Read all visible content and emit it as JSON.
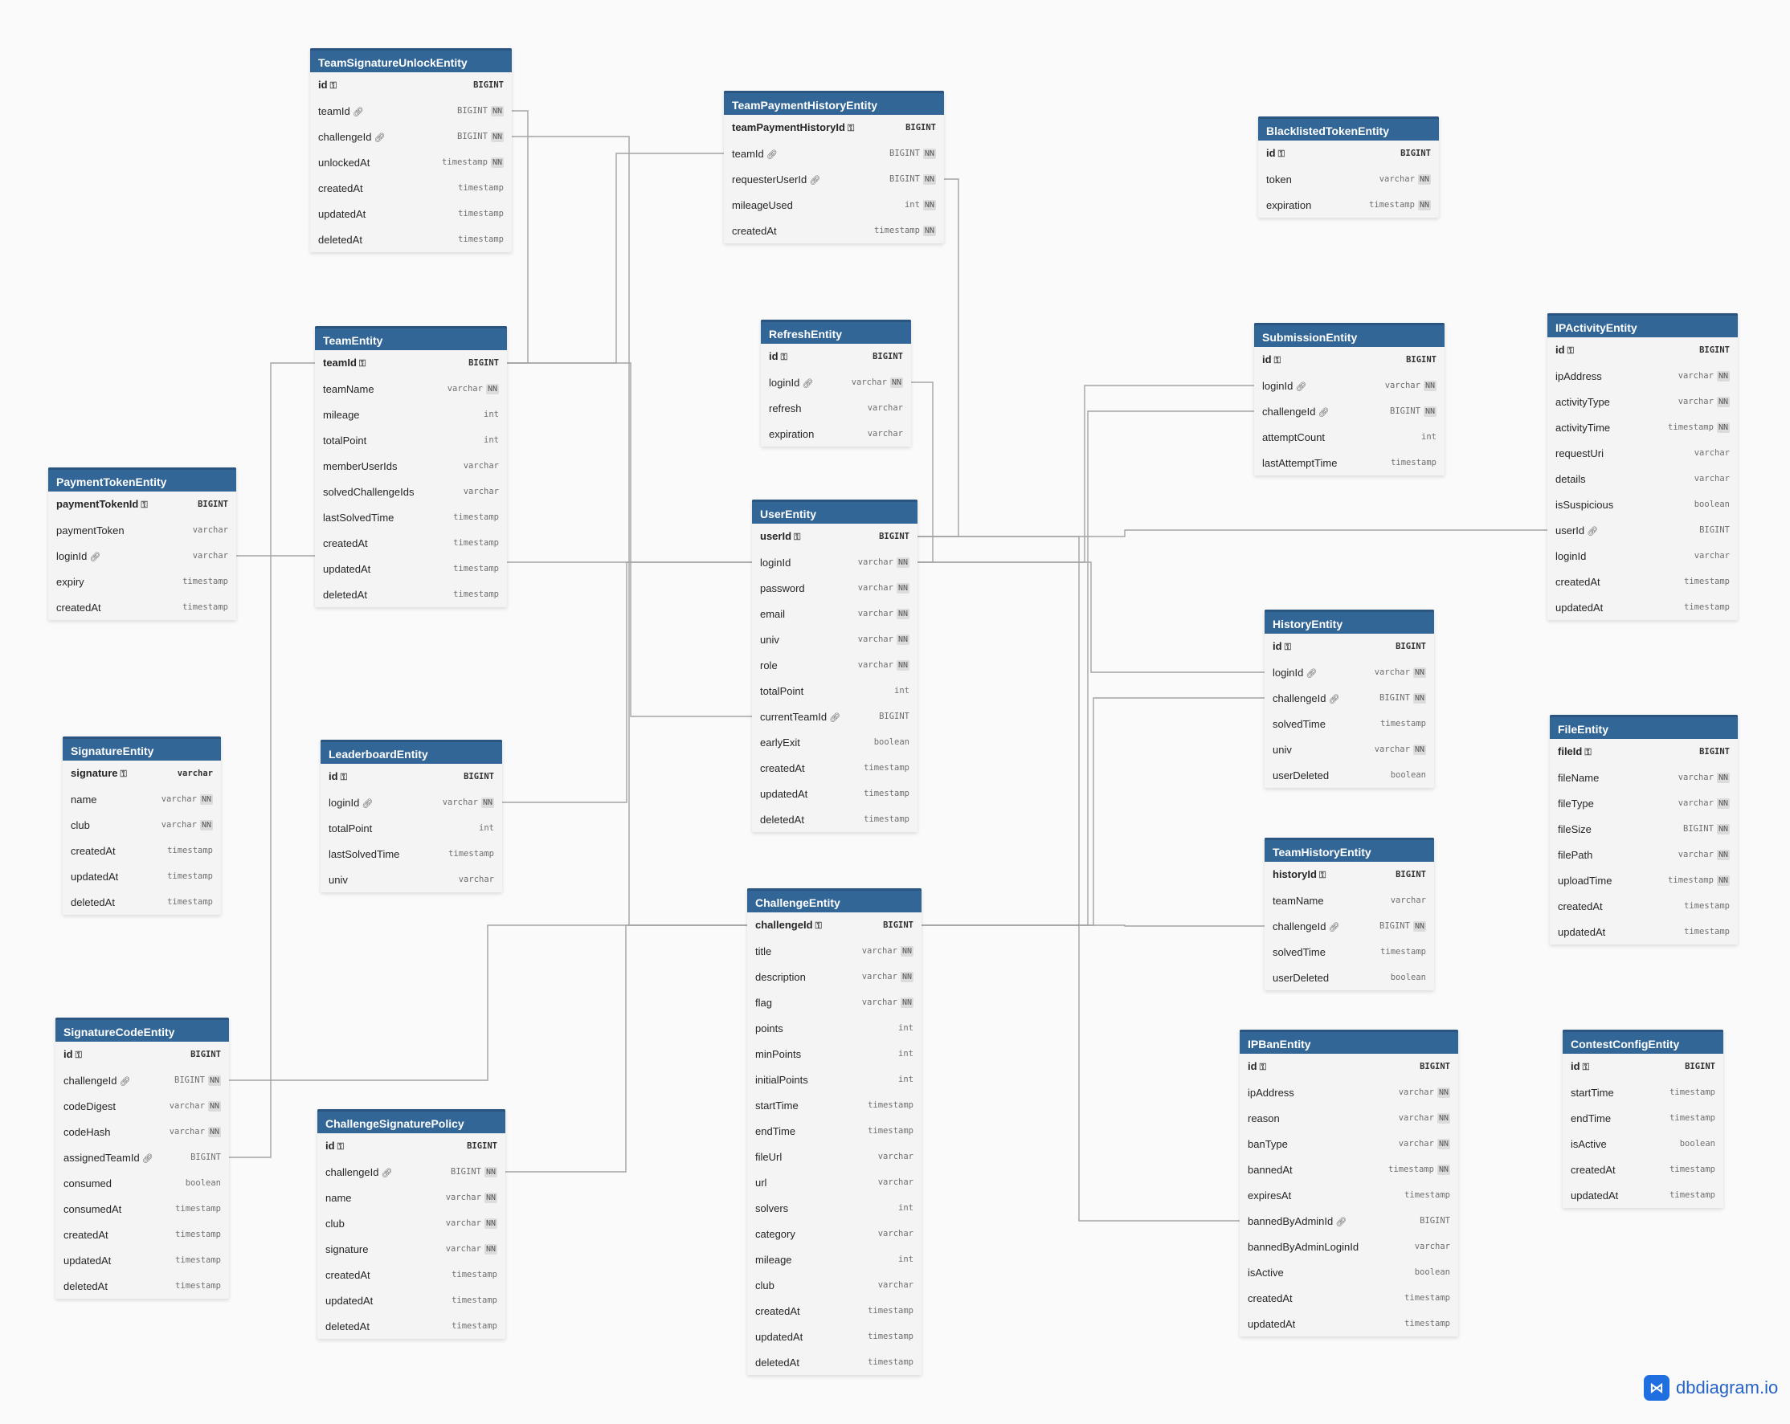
{
  "brand": {
    "name": "dbdiagram.io",
    "logo_icon": "share-nodes-icon"
  },
  "tables": [
    {
      "name": "TeamSignatureUnlockEntity",
      "fields": [
        {
          "name": "id",
          "type": "BIGINT",
          "pk": true
        },
        {
          "name": "teamId",
          "type": "BIGINT",
          "nn": true,
          "fk": true
        },
        {
          "name": "challengeId",
          "type": "BIGINT",
          "nn": true,
          "fk": true
        },
        {
          "name": "unlockedAt",
          "type": "timestamp",
          "nn": true
        },
        {
          "name": "createdAt",
          "type": "timestamp"
        },
        {
          "name": "updatedAt",
          "type": "timestamp"
        },
        {
          "name": "deletedAt",
          "type": "timestamp"
        }
      ]
    },
    {
      "name": "TeamPaymentHistoryEntity",
      "fields": [
        {
          "name": "teamPaymentHistoryId",
          "type": "BIGINT",
          "pk": true
        },
        {
          "name": "teamId",
          "type": "BIGINT",
          "nn": true,
          "fk": true
        },
        {
          "name": "requesterUserId",
          "type": "BIGINT",
          "nn": true,
          "fk": true
        },
        {
          "name": "mileageUsed",
          "type": "int",
          "nn": true
        },
        {
          "name": "createdAt",
          "type": "timestamp",
          "nn": true
        }
      ]
    },
    {
      "name": "BlacklistedTokenEntity",
      "fields": [
        {
          "name": "id",
          "type": "BIGINT",
          "pk": true
        },
        {
          "name": "token",
          "type": "varchar",
          "nn": true
        },
        {
          "name": "expiration",
          "type": "timestamp",
          "nn": true
        }
      ]
    },
    {
      "name": "TeamEntity",
      "fields": [
        {
          "name": "teamId",
          "type": "BIGINT",
          "pk": true
        },
        {
          "name": "teamName",
          "type": "varchar",
          "nn": true
        },
        {
          "name": "mileage",
          "type": "int"
        },
        {
          "name": "totalPoint",
          "type": "int"
        },
        {
          "name": "memberUserIds",
          "type": "varchar"
        },
        {
          "name": "solvedChallengeIds",
          "type": "varchar"
        },
        {
          "name": "lastSolvedTime",
          "type": "timestamp"
        },
        {
          "name": "createdAt",
          "type": "timestamp"
        },
        {
          "name": "updatedAt",
          "type": "timestamp"
        },
        {
          "name": "deletedAt",
          "type": "timestamp"
        }
      ]
    },
    {
      "name": "RefreshEntity",
      "fields": [
        {
          "name": "id",
          "type": "BIGINT",
          "pk": true
        },
        {
          "name": "loginId",
          "type": "varchar",
          "nn": true,
          "fk": true
        },
        {
          "name": "refresh",
          "type": "varchar"
        },
        {
          "name": "expiration",
          "type": "varchar"
        }
      ]
    },
    {
      "name": "SubmissionEntity",
      "fields": [
        {
          "name": "id",
          "type": "BIGINT",
          "pk": true
        },
        {
          "name": "loginId",
          "type": "varchar",
          "nn": true,
          "fk": true
        },
        {
          "name": "challengeId",
          "type": "BIGINT",
          "nn": true,
          "fk": true
        },
        {
          "name": "attemptCount",
          "type": "int"
        },
        {
          "name": "lastAttemptTime",
          "type": "timestamp"
        }
      ]
    },
    {
      "name": "IPActivityEntity",
      "fields": [
        {
          "name": "id",
          "type": "BIGINT",
          "pk": true
        },
        {
          "name": "ipAddress",
          "type": "varchar",
          "nn": true
        },
        {
          "name": "activityType",
          "type": "varchar",
          "nn": true
        },
        {
          "name": "activityTime",
          "type": "timestamp",
          "nn": true
        },
        {
          "name": "requestUri",
          "type": "varchar"
        },
        {
          "name": "details",
          "type": "varchar"
        },
        {
          "name": "isSuspicious",
          "type": "boolean"
        },
        {
          "name": "userId",
          "type": "BIGINT",
          "fk": true
        },
        {
          "name": "loginId",
          "type": "varchar"
        },
        {
          "name": "createdAt",
          "type": "timestamp"
        },
        {
          "name": "updatedAt",
          "type": "timestamp"
        }
      ]
    },
    {
      "name": "PaymentTokenEntity",
      "fields": [
        {
          "name": "paymentTokenId",
          "type": "BIGINT",
          "pk": true
        },
        {
          "name": "paymentToken",
          "type": "varchar"
        },
        {
          "name": "loginId",
          "type": "varchar",
          "fk": true
        },
        {
          "name": "expiry",
          "type": "timestamp"
        },
        {
          "name": "createdAt",
          "type": "timestamp"
        }
      ]
    },
    {
      "name": "UserEntity",
      "fields": [
        {
          "name": "userId",
          "type": "BIGINT",
          "pk": true
        },
        {
          "name": "loginId",
          "type": "varchar",
          "nn": true
        },
        {
          "name": "password",
          "type": "varchar",
          "nn": true
        },
        {
          "name": "email",
          "type": "varchar",
          "nn": true
        },
        {
          "name": "univ",
          "type": "varchar",
          "nn": true
        },
        {
          "name": "role",
          "type": "varchar",
          "nn": true
        },
        {
          "name": "totalPoint",
          "type": "int"
        },
        {
          "name": "currentTeamId",
          "type": "BIGINT",
          "fk": true
        },
        {
          "name": "earlyExit",
          "type": "boolean"
        },
        {
          "name": "createdAt",
          "type": "timestamp"
        },
        {
          "name": "updatedAt",
          "type": "timestamp"
        },
        {
          "name": "deletedAt",
          "type": "timestamp"
        }
      ]
    },
    {
      "name": "HistoryEntity",
      "fields": [
        {
          "name": "id",
          "type": "BIGINT",
          "pk": true
        },
        {
          "name": "loginId",
          "type": "varchar",
          "nn": true,
          "fk": true
        },
        {
          "name": "challengeId",
          "type": "BIGINT",
          "nn": true,
          "fk": true
        },
        {
          "name": "solvedTime",
          "type": "timestamp"
        },
        {
          "name": "univ",
          "type": "varchar",
          "nn": true
        },
        {
          "name": "userDeleted",
          "type": "boolean"
        }
      ]
    },
    {
      "name": "FileEntity",
      "fields": [
        {
          "name": "fileId",
          "type": "BIGINT",
          "pk": true
        },
        {
          "name": "fileName",
          "type": "varchar",
          "nn": true
        },
        {
          "name": "fileType",
          "type": "varchar",
          "nn": true
        },
        {
          "name": "fileSize",
          "type": "BIGINT",
          "nn": true
        },
        {
          "name": "filePath",
          "type": "varchar",
          "nn": true
        },
        {
          "name": "uploadTime",
          "type": "timestamp",
          "nn": true
        },
        {
          "name": "createdAt",
          "type": "timestamp"
        },
        {
          "name": "updatedAt",
          "type": "timestamp"
        }
      ]
    },
    {
      "name": "SignatureEntity",
      "fields": [
        {
          "name": "signature",
          "type": "varchar",
          "pk": true
        },
        {
          "name": "name",
          "type": "varchar",
          "nn": true
        },
        {
          "name": "club",
          "type": "varchar",
          "nn": true
        },
        {
          "name": "createdAt",
          "type": "timestamp"
        },
        {
          "name": "updatedAt",
          "type": "timestamp"
        },
        {
          "name": "deletedAt",
          "type": "timestamp"
        }
      ]
    },
    {
      "name": "LeaderboardEntity",
      "fields": [
        {
          "name": "id",
          "type": "BIGINT",
          "pk": true
        },
        {
          "name": "loginId",
          "type": "varchar",
          "nn": true,
          "fk": true
        },
        {
          "name": "totalPoint",
          "type": "int"
        },
        {
          "name": "lastSolvedTime",
          "type": "timestamp"
        },
        {
          "name": "univ",
          "type": "varchar"
        }
      ]
    },
    {
      "name": "TeamHistoryEntity",
      "fields": [
        {
          "name": "historyId",
          "type": "BIGINT",
          "pk": true
        },
        {
          "name": "teamName",
          "type": "varchar"
        },
        {
          "name": "challengeId",
          "type": "BIGINT",
          "nn": true,
          "fk": true
        },
        {
          "name": "solvedTime",
          "type": "timestamp"
        },
        {
          "name": "userDeleted",
          "type": "boolean"
        }
      ]
    },
    {
      "name": "ChallengeEntity",
      "fields": [
        {
          "name": "challengeId",
          "type": "BIGINT",
          "pk": true
        },
        {
          "name": "title",
          "type": "varchar",
          "nn": true
        },
        {
          "name": "description",
          "type": "varchar",
          "nn": true
        },
        {
          "name": "flag",
          "type": "varchar",
          "nn": true
        },
        {
          "name": "points",
          "type": "int"
        },
        {
          "name": "minPoints",
          "type": "int"
        },
        {
          "name": "initialPoints",
          "type": "int"
        },
        {
          "name": "startTime",
          "type": "timestamp"
        },
        {
          "name": "endTime",
          "type": "timestamp"
        },
        {
          "name": "fileUrl",
          "type": "varchar"
        },
        {
          "name": "url",
          "type": "varchar"
        },
        {
          "name": "solvers",
          "type": "int"
        },
        {
          "name": "category",
          "type": "varchar"
        },
        {
          "name": "mileage",
          "type": "int"
        },
        {
          "name": "club",
          "type": "varchar"
        },
        {
          "name": "createdAt",
          "type": "timestamp"
        },
        {
          "name": "updatedAt",
          "type": "timestamp"
        },
        {
          "name": "deletedAt",
          "type": "timestamp"
        }
      ]
    },
    {
      "name": "SignatureCodeEntity",
      "fields": [
        {
          "name": "id",
          "type": "BIGINT",
          "pk": true
        },
        {
          "name": "challengeId",
          "type": "BIGINT",
          "nn": true,
          "fk": true
        },
        {
          "name": "codeDigest",
          "type": "varchar",
          "nn": true
        },
        {
          "name": "codeHash",
          "type": "varchar",
          "nn": true
        },
        {
          "name": "assignedTeamId",
          "type": "BIGINT",
          "fk": true
        },
        {
          "name": "consumed",
          "type": "boolean"
        },
        {
          "name": "consumedAt",
          "type": "timestamp"
        },
        {
          "name": "createdAt",
          "type": "timestamp"
        },
        {
          "name": "updatedAt",
          "type": "timestamp"
        },
        {
          "name": "deletedAt",
          "type": "timestamp"
        }
      ]
    },
    {
      "name": "IPBanEntity",
      "fields": [
        {
          "name": "id",
          "type": "BIGINT",
          "pk": true
        },
        {
          "name": "ipAddress",
          "type": "varchar",
          "nn": true
        },
        {
          "name": "reason",
          "type": "varchar",
          "nn": true
        },
        {
          "name": "banType",
          "type": "varchar",
          "nn": true
        },
        {
          "name": "bannedAt",
          "type": "timestamp",
          "nn": true
        },
        {
          "name": "expiresAt",
          "type": "timestamp"
        },
        {
          "name": "bannedByAdminId",
          "type": "BIGINT",
          "fk": true
        },
        {
          "name": "bannedByAdminLoginId",
          "type": "varchar"
        },
        {
          "name": "isActive",
          "type": "boolean"
        },
        {
          "name": "createdAt",
          "type": "timestamp"
        },
        {
          "name": "updatedAt",
          "type": "timestamp"
        }
      ]
    },
    {
      "name": "ContestConfigEntity",
      "fields": [
        {
          "name": "id",
          "type": "BIGINT",
          "pk": true
        },
        {
          "name": "startTime",
          "type": "timestamp"
        },
        {
          "name": "endTime",
          "type": "timestamp"
        },
        {
          "name": "isActive",
          "type": "boolean"
        },
        {
          "name": "createdAt",
          "type": "timestamp"
        },
        {
          "name": "updatedAt",
          "type": "timestamp"
        }
      ]
    },
    {
      "name": "ChallengeSignaturePolicy",
      "fields": [
        {
          "name": "id",
          "type": "BIGINT",
          "pk": true
        },
        {
          "name": "challengeId",
          "type": "BIGINT",
          "nn": true,
          "fk": true
        },
        {
          "name": "name",
          "type": "varchar",
          "nn": true
        },
        {
          "name": "club",
          "type": "varchar",
          "nn": true
        },
        {
          "name": "signature",
          "type": "varchar",
          "nn": true
        },
        {
          "name": "createdAt",
          "type": "timestamp"
        },
        {
          "name": "updatedAt",
          "type": "timestamp"
        },
        {
          "name": "deletedAt",
          "type": "timestamp"
        }
      ]
    }
  ],
  "nn_label": "NN",
  "colors": {
    "header": "#326696",
    "body": "#f4f4f4",
    "link": "#a3a3a3"
  }
}
